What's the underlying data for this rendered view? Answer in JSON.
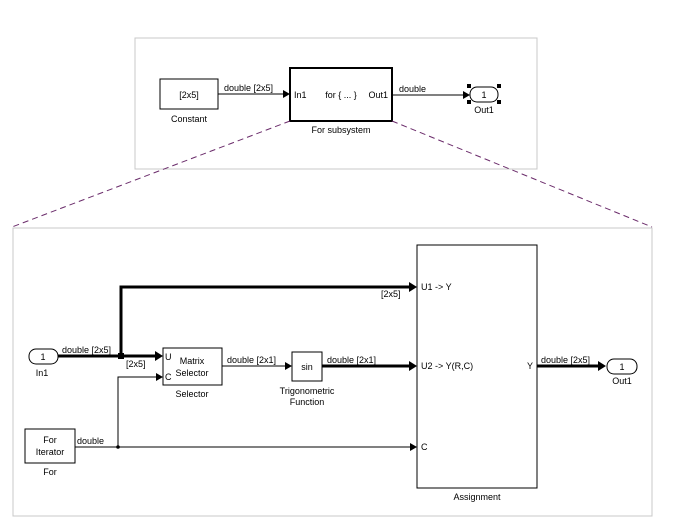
{
  "top_model": {
    "constant": {
      "value": "[2x5]",
      "label": "Constant"
    },
    "sig_constant_to_sub": "double [2x5]",
    "subsystem": {
      "port_in": "In1",
      "body": "for { ... }",
      "port_out": "Out1",
      "label": "For subsystem"
    },
    "sig_sub_to_out": "double",
    "outport": {
      "number": "1",
      "label": "Out1"
    }
  },
  "sub_model": {
    "inport": {
      "number": "1",
      "label": "In1"
    },
    "sig_in1": "double [2x5]",
    "sig_branch_to_selector": "[2x5]",
    "sig_branch_to_assign": "[2x5]",
    "selector": {
      "port_u": "U",
      "port_c": "C",
      "line1": "Matrix",
      "line2": "Selector",
      "label": "Selector"
    },
    "sig_selector_to_trig": "double [2x1]",
    "trig": {
      "body": "sin",
      "label_line1": "Trigonometric",
      "label_line2": "Function"
    },
    "sig_trig_to_assign": "double [2x1]",
    "for_iterator": {
      "line1": "For",
      "line2": "Iterator",
      "label": "For"
    },
    "sig_for": "double",
    "assignment": {
      "port_u1": "U1 -> Y",
      "port_u2": "U2 -> Y(R,C)",
      "port_c": "C",
      "port_y": "Y",
      "label": "Assignment"
    },
    "sig_assign_to_out": "double [2x5]",
    "outport": {
      "number": "1",
      "label": "Out1"
    }
  }
}
